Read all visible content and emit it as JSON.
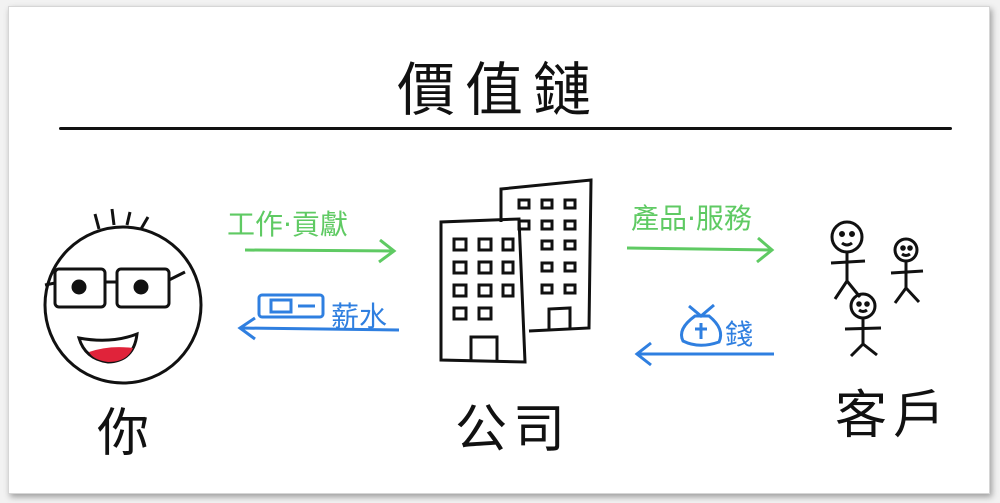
{
  "title": "價值鏈",
  "left_entity": {
    "label": "你"
  },
  "center_entity": {
    "label": "公司"
  },
  "right_entity": {
    "label": "客戶"
  },
  "arrows": {
    "work_contribution": "工作·貢獻",
    "salary": "薪水",
    "products_services": "產品·服務",
    "money": "錢"
  },
  "colors": {
    "green": "#5fca63",
    "blue": "#2f7fe0",
    "ink": "#111111",
    "red": "#e0233a"
  }
}
